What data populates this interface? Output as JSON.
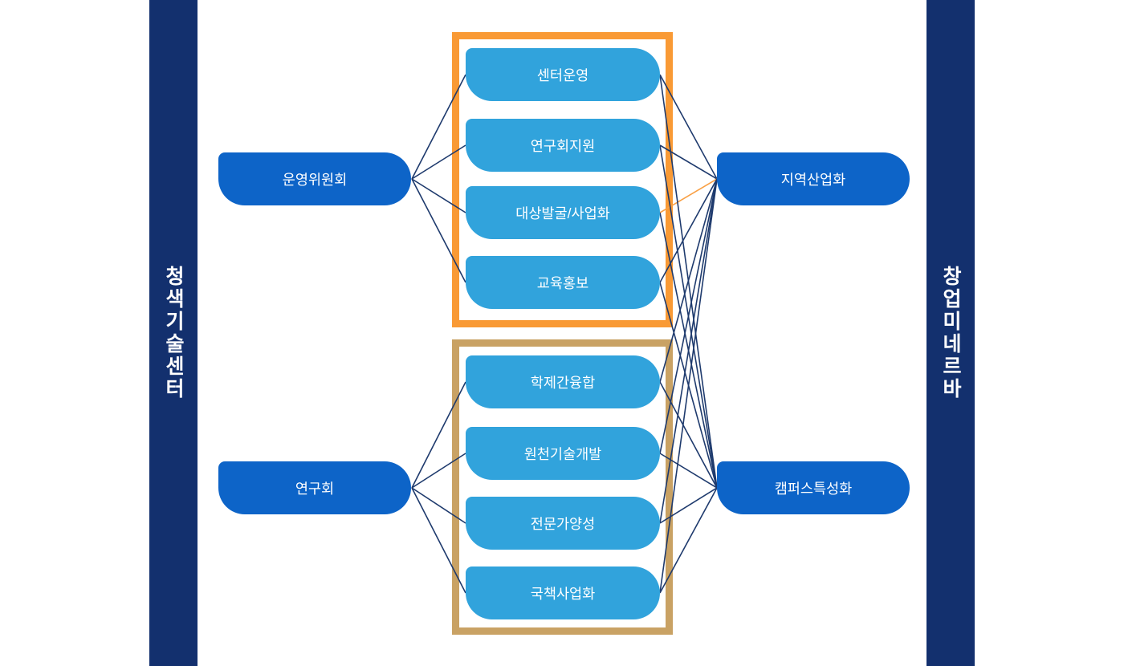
{
  "banners": {
    "left": {
      "label": "청색기술센터"
    },
    "right": {
      "label": "창업미네르바"
    }
  },
  "nodes": {
    "committee": {
      "label": "운영위원회"
    },
    "research": {
      "label": "연구회"
    },
    "regional": {
      "label": "지역산업화"
    },
    "campus": {
      "label": "캠퍼스특성화"
    }
  },
  "groups": {
    "top": {
      "items": [
        {
          "label": "센터운영"
        },
        {
          "label": "연구회지원"
        },
        {
          "label": "대상발굴/사업화"
        },
        {
          "label": "교육홍보"
        }
      ]
    },
    "bottom": {
      "items": [
        {
          "label": "학제간융합"
        },
        {
          "label": "원천기술개발"
        },
        {
          "label": "전문가양성"
        },
        {
          "label": "국책사업화"
        }
      ]
    }
  },
  "colors": {
    "banner_bg": "#13306e",
    "primary_node": "#0d64c8",
    "item_node": "#31a3dc",
    "top_group_border": "#f99a35",
    "bottom_group_border": "#c9a264",
    "edge": "#1e3a6d",
    "edge_highlight": "#f9a045",
    "text": "#ffffff"
  },
  "edges": [
    {
      "from": "committee",
      "to": "top.0"
    },
    {
      "from": "committee",
      "to": "top.1"
    },
    {
      "from": "committee",
      "to": "top.2"
    },
    {
      "from": "committee",
      "to": "top.3"
    },
    {
      "from": "research",
      "to": "bottom.0"
    },
    {
      "from": "research",
      "to": "bottom.1"
    },
    {
      "from": "research",
      "to": "bottom.2"
    },
    {
      "from": "research",
      "to": "bottom.3"
    },
    {
      "from": "top.0",
      "to": "regional"
    },
    {
      "from": "top.1",
      "to": "regional"
    },
    {
      "from": "top.2",
      "to": "regional",
      "color": "highlight"
    },
    {
      "from": "top.3",
      "to": "regional"
    },
    {
      "from": "top.0",
      "to": "campus"
    },
    {
      "from": "top.1",
      "to": "campus"
    },
    {
      "from": "top.2",
      "to": "campus"
    },
    {
      "from": "top.3",
      "to": "campus"
    },
    {
      "from": "bottom.0",
      "to": "regional"
    },
    {
      "from": "bottom.1",
      "to": "regional"
    },
    {
      "from": "bottom.2",
      "to": "regional"
    },
    {
      "from": "bottom.3",
      "to": "regional"
    },
    {
      "from": "bottom.0",
      "to": "campus"
    },
    {
      "from": "bottom.1",
      "to": "campus"
    },
    {
      "from": "bottom.2",
      "to": "campus"
    },
    {
      "from": "bottom.3",
      "to": "campus"
    }
  ]
}
